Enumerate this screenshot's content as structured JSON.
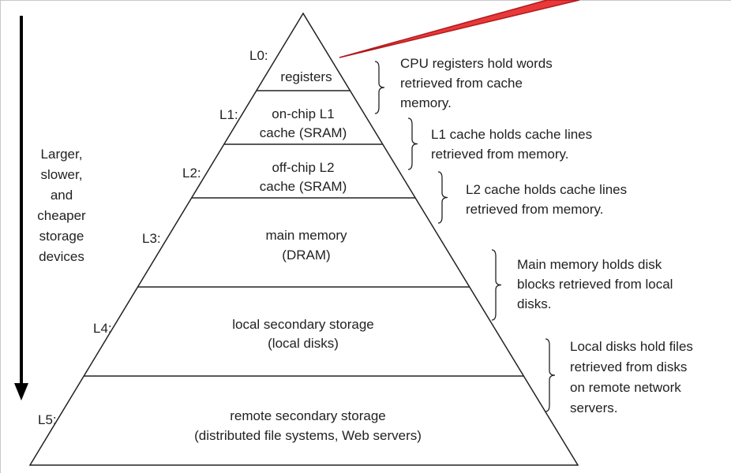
{
  "arrow_caption": [
    "Larger,",
    "slower,",
    "and",
    "cheaper",
    "storage",
    "devices"
  ],
  "levels": [
    {
      "id": "L0:",
      "lines": [
        "registers"
      ],
      "desc": [
        "CPU registers hold words",
        "retrieved from cache",
        "memory."
      ]
    },
    {
      "id": "L1:",
      "lines": [
        "on-chip L1",
        "cache (SRAM)"
      ],
      "desc": [
        "L1 cache holds cache lines",
        "retrieved from memory."
      ]
    },
    {
      "id": "L2:",
      "lines": [
        "off-chip L2",
        "cache (SRAM)"
      ],
      "desc": [
        "L2 cache holds cache lines",
        "retrieved from memory."
      ]
    },
    {
      "id": "L3:",
      "lines": [
        "main memory",
        "(DRAM)"
      ],
      "desc": [
        "Main memory holds disk",
        "blocks retrieved from local",
        "disks."
      ]
    },
    {
      "id": "L4:",
      "lines": [
        "local secondary storage",
        "(local disks)"
      ],
      "desc": [
        "Local disks hold files",
        "retrieved from disks",
        "on remote network",
        "servers."
      ]
    },
    {
      "id": "L5:",
      "lines": [
        "remote secondary storage",
        "(distributed file systems, Web servers)"
      ],
      "desc": []
    }
  ],
  "colors": {
    "stroke": "#222222",
    "callout_fill": "#e8383a",
    "callout_stroke": "#b01a1c",
    "frame": "#c8c8c8",
    "text": "#222222"
  }
}
